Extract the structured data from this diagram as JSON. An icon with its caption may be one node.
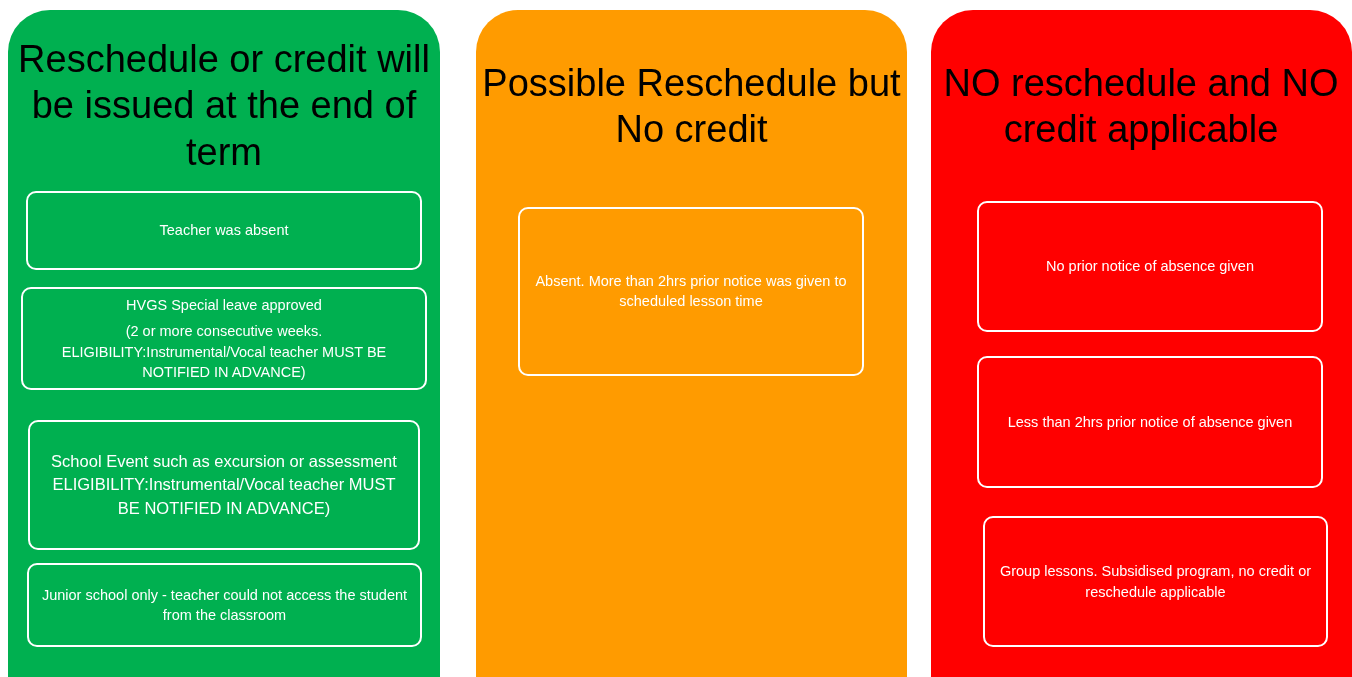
{
  "diagram": {
    "nodes": [
      {
        "text": [
          "Reschedule or credit will be issued at the end of term"
        ]
      },
      {
        "text": [
          "Teacher was absent"
        ],
        "in": 0
      },
      {
        "text": [
          "HVGS Special leave approved",
          "(2 or more consecutive weeks. ELIGIBILITY:Instrumental/Vocal teacher MUST BE NOTIFIED IN ADVANCE)"
        ],
        "in": 0
      },
      {
        "text": [
          "School Event such as excursion or assessment ELIGIBILITY:Instrumental/Vocal teacher MUST BE NOTIFIED IN ADVANCE)"
        ],
        "in": 0
      },
      {
        "text": [
          "Junior school only - teacher could not access the student from the classroom"
        ],
        "in": 0
      },
      {
        "text": [
          "Possible Reschedule but No credit"
        ]
      },
      {
        "text": [
          "Absent.  More than 2hrs prior notice was given to scheduled lesson time"
        ],
        "in": 5
      },
      {
        "text": [
          "NO reschedule and NO credit applicable"
        ]
      },
      {
        "text": [
          "No prior notice of absence given"
        ],
        "in": 7
      },
      {
        "text": [
          "Less than 2hrs prior notice of absence given"
        ],
        "in": 7
      },
      {
        "text": [
          "Group lessons.  Subsidised program, no credit or reschedule applicable"
        ],
        "in": 7
      }
    ]
  }
}
